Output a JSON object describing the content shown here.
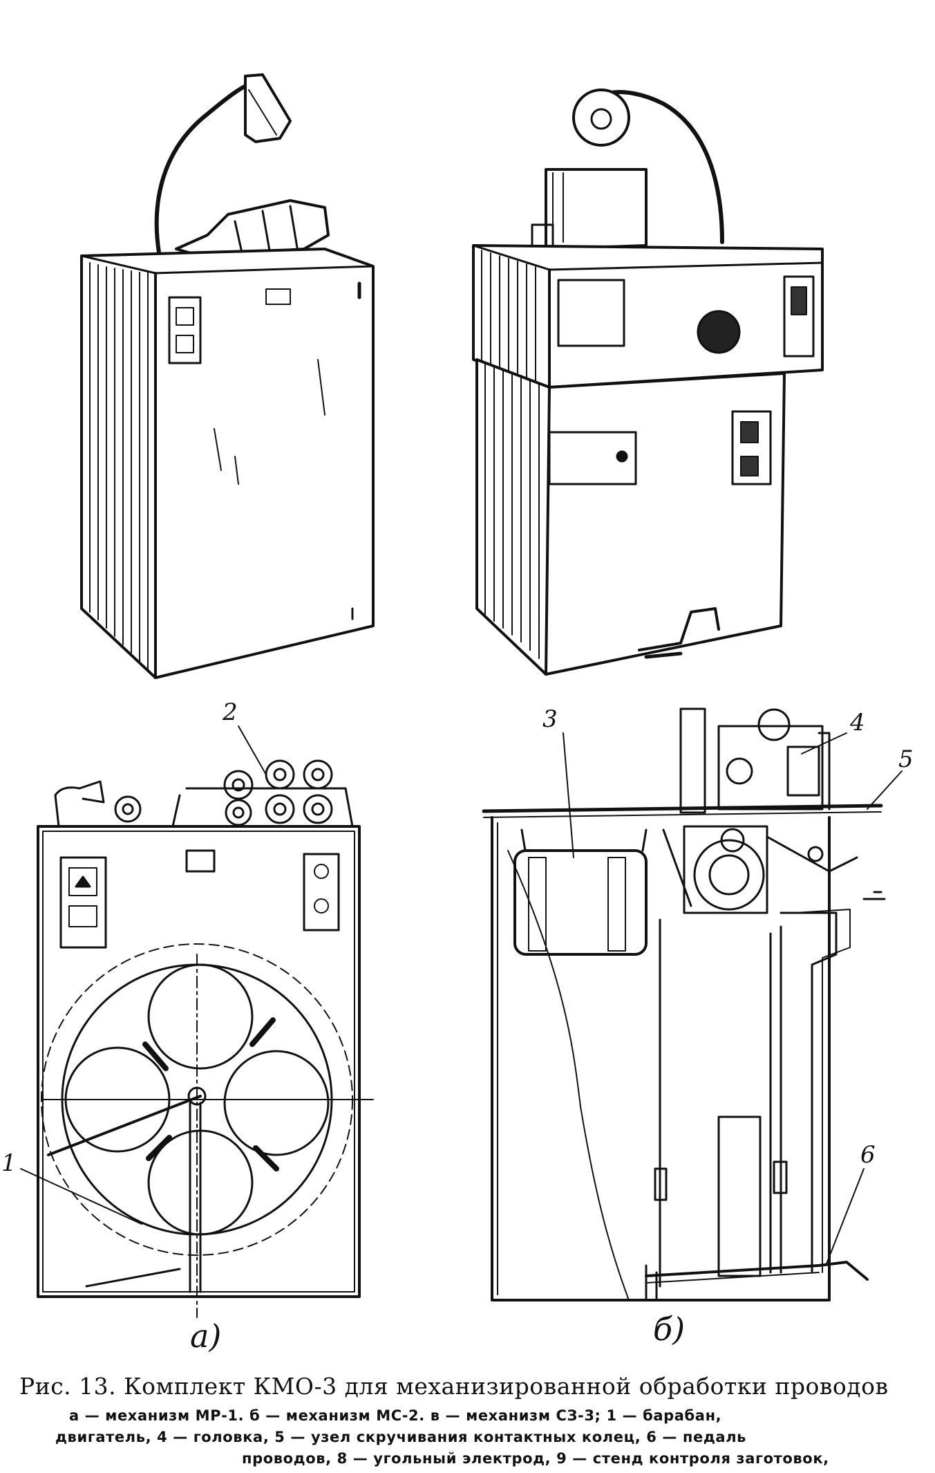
{
  "figure": {
    "subfigure_labels": {
      "a": "а)",
      "b": "б)"
    },
    "callouts": [
      "1",
      "2",
      "3",
      "4",
      "5",
      "6"
    ]
  },
  "caption": {
    "title": "Рис. 13. Комплект КМО-3 для механизированной обработки проводов",
    "line1": "а — механизм  МР-1.  б — механизм  МС-2.  в — механизм  СЗ-3;  1 — барабан,",
    "line2": "двигатель,  4 — головка,  5 — узел  скручивания  контактных  колец,  6 — педаль",
    "line3": "проводов,  8 — угольный электрод,  9 — стенд контроля заготовок,"
  }
}
